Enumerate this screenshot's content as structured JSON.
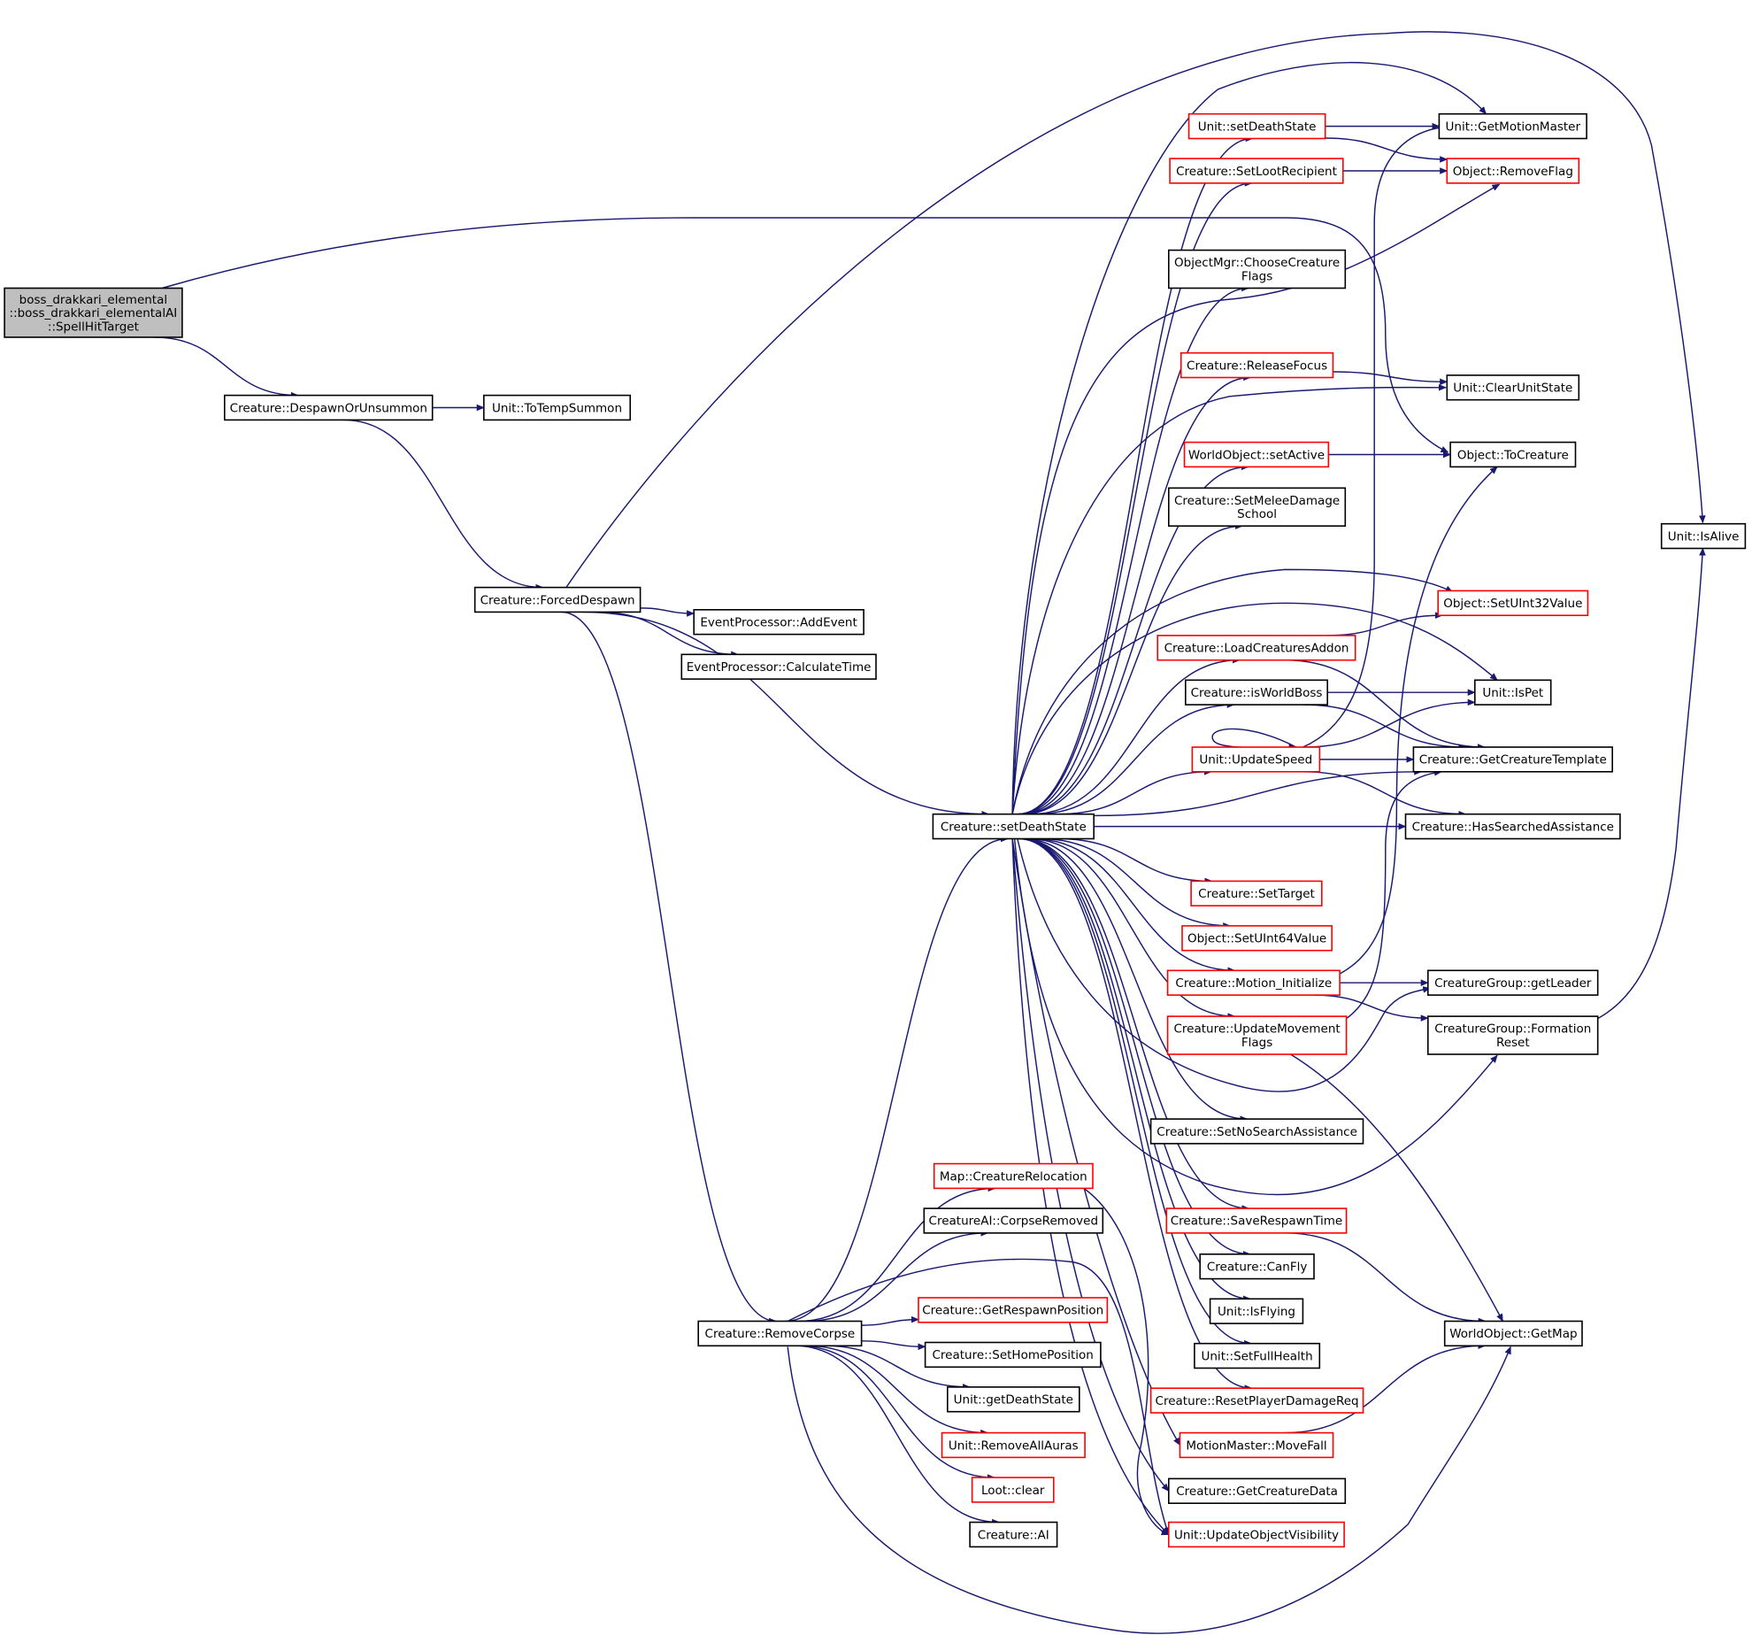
{
  "nodes": [
    {
      "id": "root",
      "label": "boss_drakkari_elemental\n::boss_drakkari_elementalAI\n::SpellHitTarget",
      "style": "root"
    },
    {
      "id": "despawnOrUnsummon",
      "label": "Creature::DespawnOrUnsummon",
      "style": "black"
    },
    {
      "id": "toTempSummon",
      "label": "Unit::ToTempSummon",
      "style": "black"
    },
    {
      "id": "forcedDespawn",
      "label": "Creature::ForcedDespawn",
      "style": "black"
    },
    {
      "id": "addEvent",
      "label": "EventProcessor::AddEvent",
      "style": "black"
    },
    {
      "id": "calculateTime",
      "label": "EventProcessor::CalculateTime",
      "style": "black"
    },
    {
      "id": "setDeathStateC",
      "label": "Creature::setDeathState",
      "style": "black"
    },
    {
      "id": "removeCorpse",
      "label": "Creature::RemoveCorpse",
      "style": "black"
    },
    {
      "id": "creatureRelocation",
      "label": "Map::CreatureRelocation",
      "style": "red"
    },
    {
      "id": "corpseRemoved",
      "label": "CreatureAI::CorpseRemoved",
      "style": "black"
    },
    {
      "id": "getRespawnPosition",
      "label": "Creature::GetRespawnPosition",
      "style": "red"
    },
    {
      "id": "setHomePosition",
      "label": "Creature::SetHomePosition",
      "style": "black"
    },
    {
      "id": "getDeathState",
      "label": "Unit::getDeathState",
      "style": "black"
    },
    {
      "id": "removeAllAuras",
      "label": "Unit::RemoveAllAuras",
      "style": "red"
    },
    {
      "id": "lootClear",
      "label": "Loot::clear",
      "style": "red"
    },
    {
      "id": "creatureAI",
      "label": "Creature::AI",
      "style": "black"
    },
    {
      "id": "unitSetDeathState",
      "label": "Unit::setDeathState",
      "style": "red"
    },
    {
      "id": "setLootRecipient",
      "label": "Creature::SetLootRecipient",
      "style": "red"
    },
    {
      "id": "chooseCreatureFlags",
      "label": "ObjectMgr::ChooseCreature\nFlags",
      "style": "black"
    },
    {
      "id": "releaseFocus",
      "label": "Creature::ReleaseFocus",
      "style": "red"
    },
    {
      "id": "setActive",
      "label": "WorldObject::setActive",
      "style": "red"
    },
    {
      "id": "setMeleeDamageSchool",
      "label": "Creature::SetMeleeDamage\nSchool",
      "style": "black"
    },
    {
      "id": "loadCreaturesAddon",
      "label": "Creature::LoadCreaturesAddon",
      "style": "red"
    },
    {
      "id": "isWorldBoss",
      "label": "Creature::isWorldBoss",
      "style": "black"
    },
    {
      "id": "updateSpeed",
      "label": "Unit::UpdateSpeed",
      "style": "red"
    },
    {
      "id": "setTarget",
      "label": "Creature::SetTarget",
      "style": "red"
    },
    {
      "id": "setUInt64Value",
      "label": "Object::SetUInt64Value",
      "style": "red"
    },
    {
      "id": "motionInitialize",
      "label": "Creature::Motion_Initialize",
      "style": "red"
    },
    {
      "id": "updateMovementFlags",
      "label": "Creature::UpdateMovement\nFlags",
      "style": "red"
    },
    {
      "id": "setNoSearchAssistance",
      "label": "Creature::SetNoSearchAssistance",
      "style": "black"
    },
    {
      "id": "saveRespawnTime",
      "label": "Creature::SaveRespawnTime",
      "style": "red"
    },
    {
      "id": "canFly",
      "label": "Creature::CanFly",
      "style": "black"
    },
    {
      "id": "isFlying",
      "label": "Unit::IsFlying",
      "style": "black"
    },
    {
      "id": "setFullHealth",
      "label": "Unit::SetFullHealth",
      "style": "black"
    },
    {
      "id": "resetPlayerDamageReq",
      "label": "Creature::ResetPlayerDamageReq",
      "style": "red"
    },
    {
      "id": "moveFall",
      "label": "MotionMaster::MoveFall",
      "style": "red"
    },
    {
      "id": "getCreatureData",
      "label": "Creature::GetCreatureData",
      "style": "black"
    },
    {
      "id": "updateObjectVisibility",
      "label": "Unit::UpdateObjectVisibility",
      "style": "red"
    },
    {
      "id": "getMotionMaster",
      "label": "Unit::GetMotionMaster",
      "style": "black"
    },
    {
      "id": "removeFlag",
      "label": "Object::RemoveFlag",
      "style": "red"
    },
    {
      "id": "clearUnitState",
      "label": "Unit::ClearUnitState",
      "style": "black"
    },
    {
      "id": "toCreature",
      "label": "Object::ToCreature",
      "style": "black"
    },
    {
      "id": "setUInt32Value",
      "label": "Object::SetUInt32Value",
      "style": "red"
    },
    {
      "id": "isPet",
      "label": "Unit::IsPet",
      "style": "black"
    },
    {
      "id": "getCreatureTemplate",
      "label": "Creature::GetCreatureTemplate",
      "style": "black"
    },
    {
      "id": "hasSearchedAssistance",
      "label": "Creature::HasSearchedAssistance",
      "style": "black"
    },
    {
      "id": "getLeader",
      "label": "CreatureGroup::getLeader",
      "style": "black"
    },
    {
      "id": "formationReset",
      "label": "CreatureGroup::Formation\nReset",
      "style": "black"
    },
    {
      "id": "getMap",
      "label": "WorldObject::GetMap",
      "style": "black"
    },
    {
      "id": "isAlive",
      "label": "Unit::IsAlive",
      "style": "black"
    }
  ],
  "edges": [
    [
      "root",
      "despawnOrUnsummon"
    ],
    [
      "root",
      "toCreature"
    ],
    [
      "despawnOrUnsummon",
      "toTempSummon"
    ],
    [
      "despawnOrUnsummon",
      "forcedDespawn"
    ],
    [
      "forcedDespawn",
      "addEvent"
    ],
    [
      "forcedDespawn",
      "calculateTime"
    ],
    [
      "forcedDespawn",
      "setDeathStateC"
    ],
    [
      "forcedDespawn",
      "removeCorpse"
    ],
    [
      "forcedDespawn",
      "isAlive"
    ],
    [
      "removeCorpse",
      "setDeathStateC"
    ],
    [
      "removeCorpse",
      "creatureRelocation"
    ],
    [
      "removeCorpse",
      "corpseRemoved"
    ],
    [
      "removeCorpse",
      "getRespawnPosition"
    ],
    [
      "removeCorpse",
      "setHomePosition"
    ],
    [
      "removeCorpse",
      "getDeathState"
    ],
    [
      "removeCorpse",
      "removeAllAuras"
    ],
    [
      "removeCorpse",
      "lootClear"
    ],
    [
      "removeCorpse",
      "creatureAI"
    ],
    [
      "removeCorpse",
      "updateObjectVisibility"
    ],
    [
      "removeCorpse",
      "getMap"
    ],
    [
      "creatureRelocation",
      "updateObjectVisibility"
    ],
    [
      "setDeathStateC",
      "unitSetDeathState"
    ],
    [
      "setDeathStateC",
      "setLootRecipient"
    ],
    [
      "setDeathStateC",
      "chooseCreatureFlags"
    ],
    [
      "setDeathStateC",
      "releaseFocus"
    ],
    [
      "setDeathStateC",
      "setActive"
    ],
    [
      "setDeathStateC",
      "setMeleeDamageSchool"
    ],
    [
      "setDeathStateC",
      "loadCreaturesAddon"
    ],
    [
      "setDeathStateC",
      "isWorldBoss"
    ],
    [
      "setDeathStateC",
      "updateSpeed"
    ],
    [
      "setDeathStateC",
      "setTarget"
    ],
    [
      "setDeathStateC",
      "setUInt64Value"
    ],
    [
      "setDeathStateC",
      "motionInitialize"
    ],
    [
      "setDeathStateC",
      "updateMovementFlags"
    ],
    [
      "setDeathStateC",
      "setNoSearchAssistance"
    ],
    [
      "setDeathStateC",
      "saveRespawnTime"
    ],
    [
      "setDeathStateC",
      "canFly"
    ],
    [
      "setDeathStateC",
      "isFlying"
    ],
    [
      "setDeathStateC",
      "setFullHealth"
    ],
    [
      "setDeathStateC",
      "resetPlayerDamageReq"
    ],
    [
      "setDeathStateC",
      "moveFall"
    ],
    [
      "setDeathStateC",
      "getCreatureData"
    ],
    [
      "setDeathStateC",
      "updateObjectVisibility"
    ],
    [
      "setDeathStateC",
      "getMotionMaster"
    ],
    [
      "setDeathStateC",
      "removeFlag"
    ],
    [
      "setDeathStateC",
      "clearUnitState"
    ],
    [
      "setDeathStateC",
      "setUInt32Value"
    ],
    [
      "setDeathStateC",
      "isPet"
    ],
    [
      "setDeathStateC",
      "getCreatureTemplate"
    ],
    [
      "setDeathStateC",
      "hasSearchedAssistance"
    ],
    [
      "setDeathStateC",
      "getLeader"
    ],
    [
      "setDeathStateC",
      "formationReset"
    ],
    [
      "unitSetDeathState",
      "getMotionMaster"
    ],
    [
      "unitSetDeathState",
      "removeFlag"
    ],
    [
      "setLootRecipient",
      "removeFlag"
    ],
    [
      "releaseFocus",
      "clearUnitState"
    ],
    [
      "setActive",
      "toCreature"
    ],
    [
      "loadCreaturesAddon",
      "setUInt32Value"
    ],
    [
      "loadCreaturesAddon",
      "getCreatureTemplate"
    ],
    [
      "isWorldBoss",
      "isPet"
    ],
    [
      "isWorldBoss",
      "getCreatureTemplate"
    ],
    [
      "updateSpeed",
      "updateSpeed"
    ],
    [
      "updateSpeed",
      "getMotionMaster"
    ],
    [
      "updateSpeed",
      "isPet"
    ],
    [
      "updateSpeed",
      "getCreatureTemplate"
    ],
    [
      "updateSpeed",
      "hasSearchedAssistance"
    ],
    [
      "motionInitialize",
      "getLeader"
    ],
    [
      "motionInitialize",
      "formationReset"
    ],
    [
      "motionInitialize",
      "toCreature"
    ],
    [
      "updateMovementFlags",
      "getCreatureTemplate"
    ],
    [
      "updateMovementFlags",
      "getMap"
    ],
    [
      "saveRespawnTime",
      "getMap"
    ],
    [
      "moveFall",
      "getMap"
    ],
    [
      "formationReset",
      "isAlive"
    ]
  ]
}
